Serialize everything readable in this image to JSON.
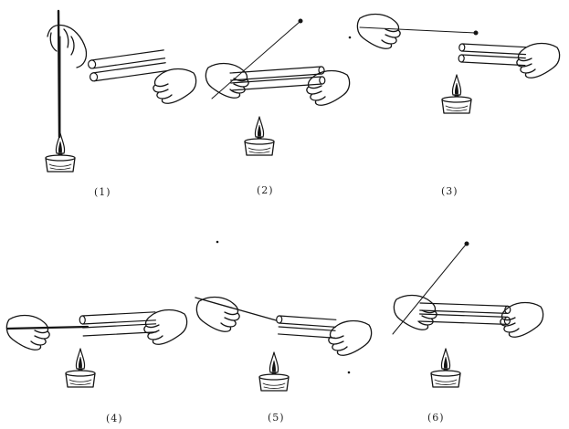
{
  "figure": {
    "panels": [
      {
        "label": "(1)"
      },
      {
        "label": "(2)"
      },
      {
        "label": "(3)"
      },
      {
        "label": "(4)"
      },
      {
        "label": "(5)"
      },
      {
        "label": "(6)"
      }
    ]
  }
}
